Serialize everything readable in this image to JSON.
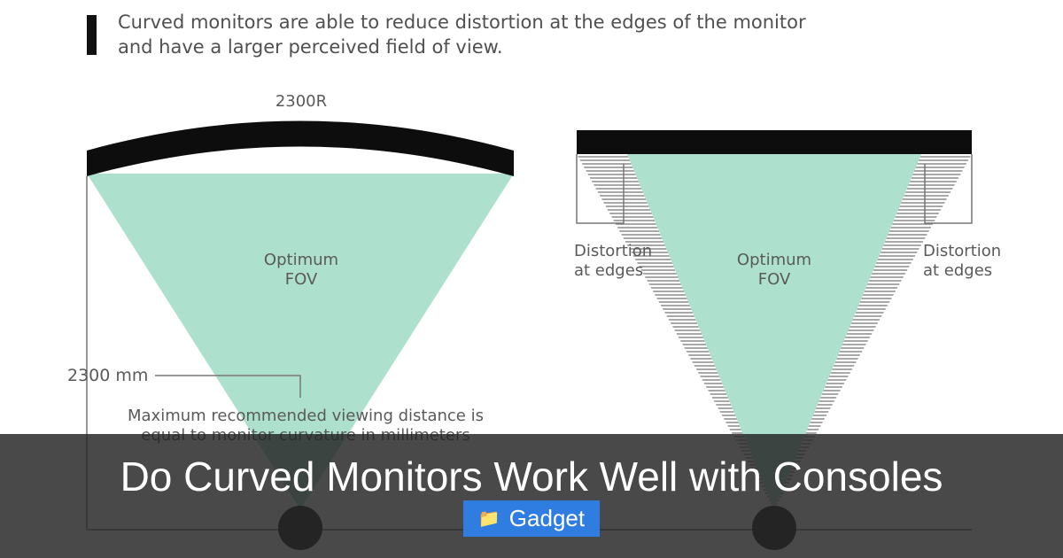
{
  "caption": {
    "line1": "Curved monitors are able to reduce distortion at the edges of the monitor",
    "line2": "and have a larger perceived field of view."
  },
  "left_diagram": {
    "curvature_label": "2300R",
    "fov_label_line1": "Optimum",
    "fov_label_line2": "FOV",
    "distance_label": "2300 mm",
    "note_line1": "Maximum recommended viewing distance is",
    "note_line2": "equal to monitor curvature in millimeters"
  },
  "right_diagram": {
    "fov_label_line1": "Optimum",
    "fov_label_line2": "FOV",
    "left_distortion_line1": "Distortion",
    "left_distortion_line2": "at edges",
    "right_distortion_line1": "Distortion",
    "right_distortion_line2": "at edges"
  },
  "overlay": {
    "title": "Do Curved Monitors Work Well with Consoles",
    "badge_icon": "folder-icon",
    "badge_label": "Gadget"
  },
  "colors": {
    "fov": "#ade0cd",
    "monitor": "#0d0d0d",
    "overlay": "#262626",
    "badge": "#2f7de1"
  }
}
